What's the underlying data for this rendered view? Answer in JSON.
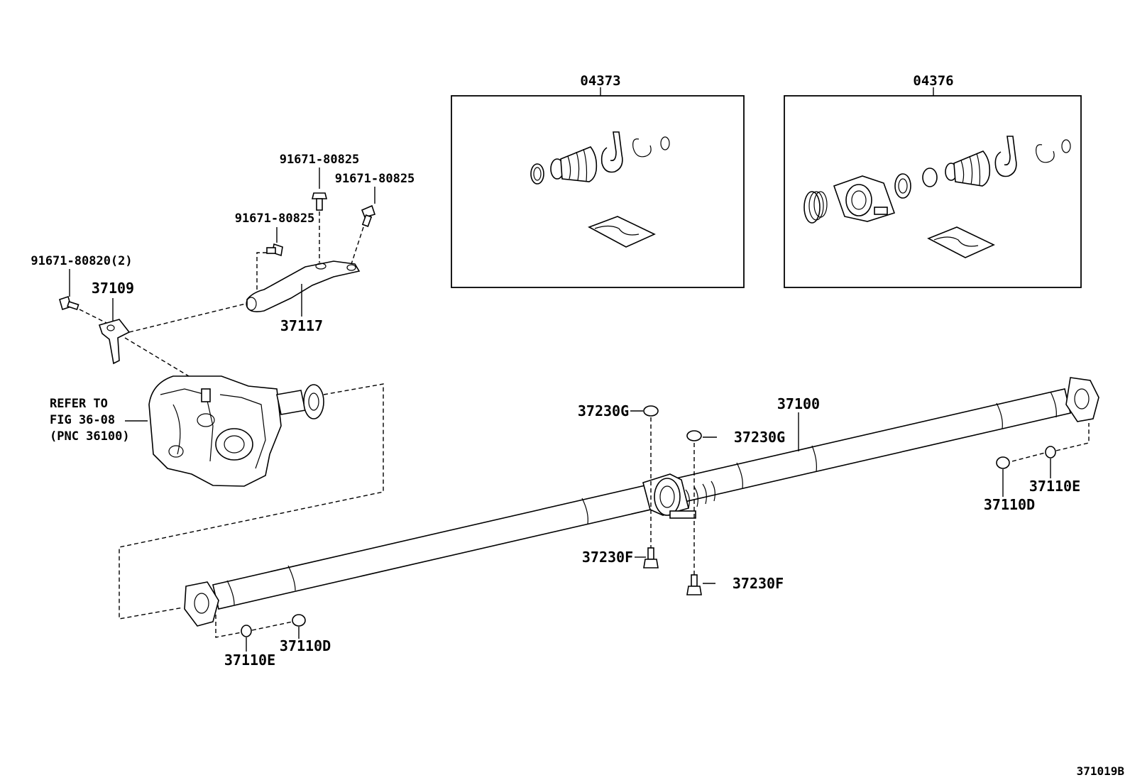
{
  "diagram": {
    "id": "371019B",
    "refer_lines": [
      "REFER TO",
      "FIG 36-08",
      "(PNC 36100)"
    ],
    "kit_boxes": [
      {
        "part_no": "04373"
      },
      {
        "part_no": "04376"
      }
    ],
    "labels": {
      "p_91671_80825_a": "91671-80825",
      "p_91671_80825_b": "91671-80825",
      "p_91671_80825_c": "91671-80825",
      "p_91671_80820": "91671-80820(2)",
      "p_37109": "37109",
      "p_37117": "37117",
      "p_37100": "37100",
      "p_37230G_a": "37230G",
      "p_37230G_b": "37230G",
      "p_37230F_a": "37230F",
      "p_37230F_b": "37230F",
      "p_37110E_a": "37110E",
      "p_37110D_a": "37110D",
      "p_37110E_b": "37110E",
      "p_37110D_b": "37110D"
    }
  }
}
